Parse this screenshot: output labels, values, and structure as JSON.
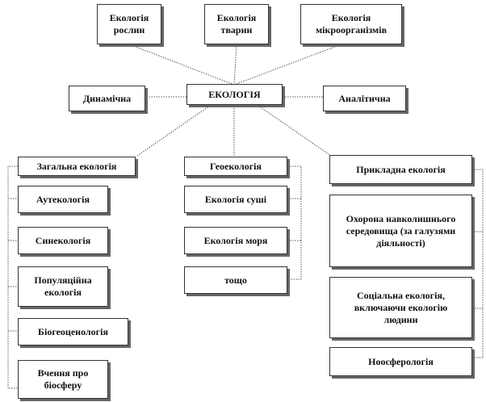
{
  "center": "ЕКОЛОГІЯ",
  "top_nodes": {
    "plants": "Екологія рослин",
    "animals": "Екологія тварин",
    "microorganisms": "Екологія мікроорганізмів"
  },
  "side_nodes": {
    "dynamic": "Динамічна",
    "analytic": "Аналітична"
  },
  "general": {
    "head": "Загальна екологія",
    "items": [
      "Аутекологія",
      "Синекологія",
      "Популяційна екологія",
      "Біогеоценологія",
      "Вчення про біосферу"
    ]
  },
  "geo": {
    "head": "Геоекологія",
    "items": [
      "Екологія суші",
      "Екологія моря",
      "тощо"
    ]
  },
  "applied": {
    "head": "Прикладна екологія",
    "items": [
      "Охорона навколишнього середовища (за галузями діяльності)",
      "Соціальна екологія, включаючи екологію людини",
      "Ноосферологія"
    ]
  }
}
